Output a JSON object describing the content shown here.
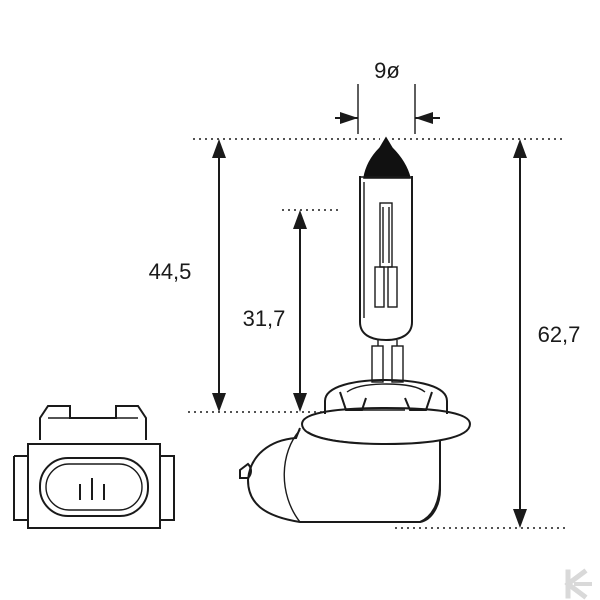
{
  "dimensions": {
    "diameter_label": "9ø",
    "height_label": "44,5",
    "filament_label": "31,7",
    "total_label": "62,7"
  },
  "watermark": {
    "text": "K",
    "color": "#d9d9d9"
  },
  "colors": {
    "ink": "#1a1a1a",
    "tip": "#111111",
    "background": "#ffffff"
  }
}
